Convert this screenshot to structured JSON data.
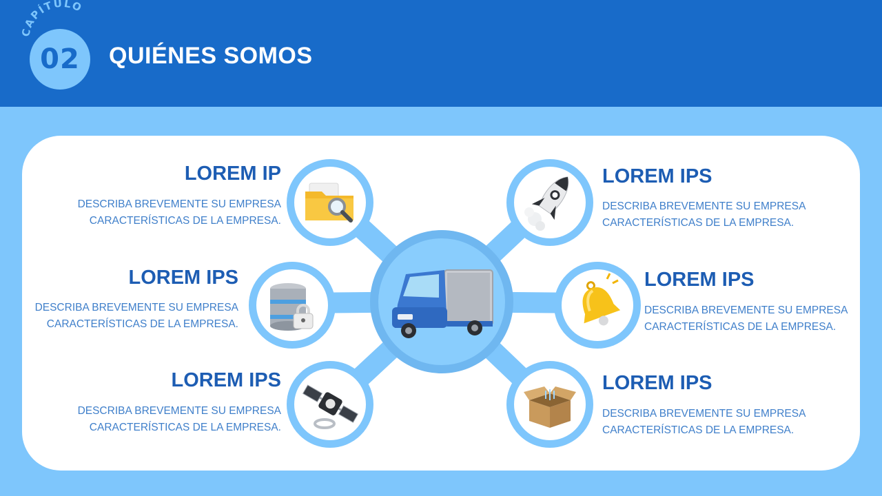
{
  "header": {
    "chapter_label": "CAPÍTULO",
    "chapter_number": "02",
    "title": "QUIÉNES SOMOS"
  },
  "hub": {
    "icon": "delivery-truck-icon"
  },
  "items": [
    {
      "title": "LOREM IP",
      "desc_line1": "DESCRIBA BREVEMENTE SU EMPRESA",
      "desc_line2": "CARACTERÍSTICAS DE LA EMPRESA.",
      "icon": "folder-search-icon"
    },
    {
      "title": "LOREM IPS",
      "desc_line1": "DESCRIBA BREVEMENTE SU EMPRESA",
      "desc_line2": "CARACTERÍSTICAS DE LA EMPRESA.",
      "icon": "database-lock-icon"
    },
    {
      "title": "LOREM IPS",
      "desc_line1": "DESCRIBA BREVEMENTE SU EMPRESA",
      "desc_line2": "CARACTERÍSTICAS DE LA EMPRESA.",
      "icon": "satellite-icon"
    },
    {
      "title": "LOREM IPS",
      "desc_line1": "DESCRIBA BREVEMENTE SU EMPRESA",
      "desc_line2": "CARACTERÍSTICAS DE LA EMPRESA.",
      "icon": "rocket-icon"
    },
    {
      "title": "LOREM IPS",
      "desc_line1": "DESCRIBA BREVEMENTE SU EMPRESA",
      "desc_line2": "CARACTERÍSTICAS DE LA EMPRESA.",
      "icon": "bell-icon"
    },
    {
      "title": "LOREM IPS",
      "desc_line1": "DESCRIBA BREVEMENTE SU EMPRESA",
      "desc_line2": "CARACTERÍSTICAS DE LA EMPRESA.",
      "icon": "open-box-icon"
    }
  ],
  "colors": {
    "header": "#186bc9",
    "accent_light": "#7ec6fc",
    "title_text": "#1d5db3",
    "desc_text": "#3f7fca"
  }
}
